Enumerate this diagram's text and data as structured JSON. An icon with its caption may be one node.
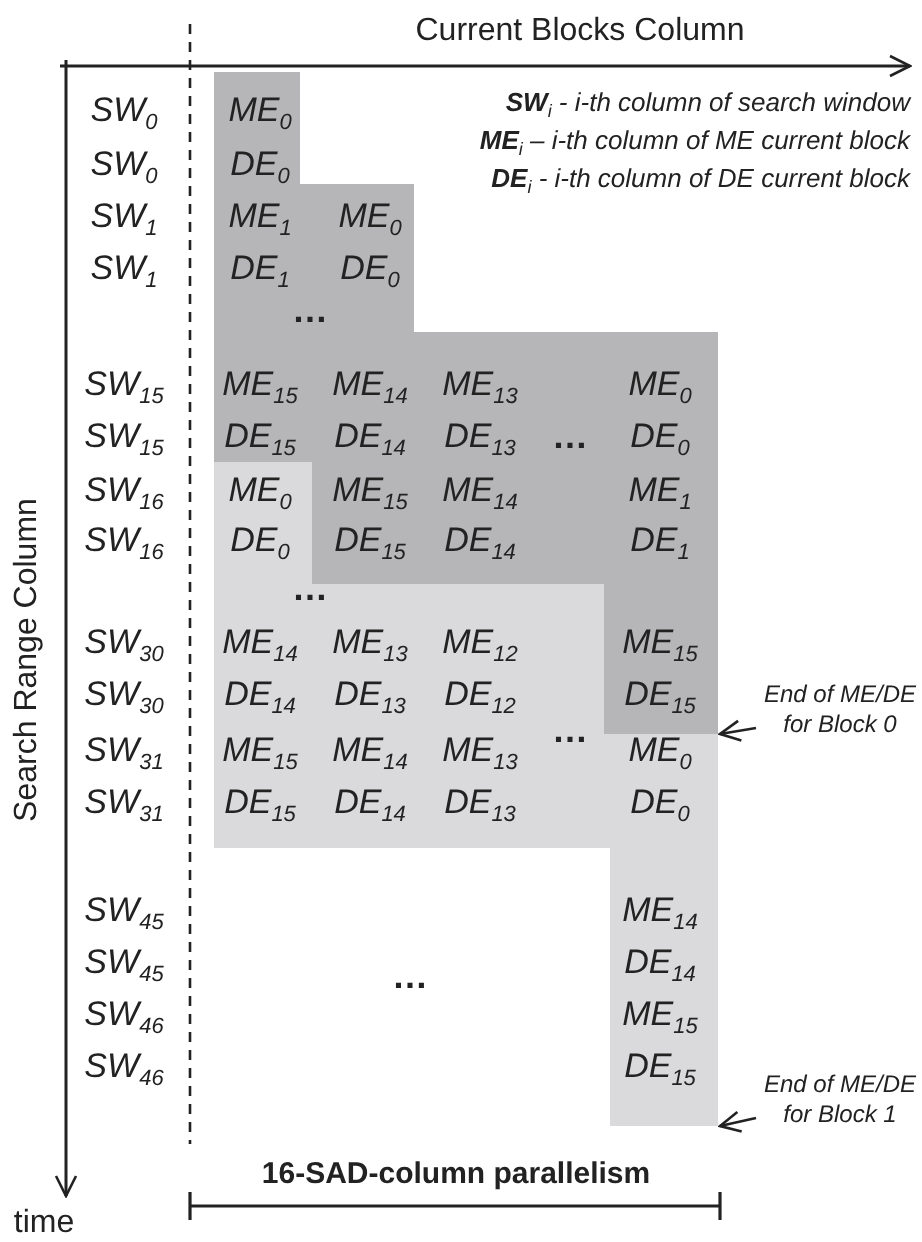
{
  "diagram": {
    "nodes": [
      {
        "text": [],
        "shape": "box"
      },
      {
        "text": [],
        "shape": "box"
      },
      {
        "text": [
          "End of ME/DE for Block 0"
        ]
      },
      {
        "text": [
          "End of ME/DE for Block 1"
        ]
      }
    ],
    "edges": [
      {
        "from": 2,
        "to": 0,
        "arrow": "to"
      },
      {
        "from": 3,
        "to": 1,
        "arrow": "to"
      }
    ],
    "labels": [
      "Current Blocks Column",
      "Search Range Column",
      "**SW**$_{i}$ - i-th column of search window",
      "**ME**$_{i}$ – i-th column of ME current block",
      "**DE**$_{i}$ - i-th column of DE current block",
      "SW$_{0}$",
      "ME$_{0}$",
      "SW$_{0}$",
      "DE$_{0}$",
      "SW$_{1}$",
      "ME$_{1}$",
      "ME$_{0}$",
      "SW$_{1}$",
      "DE$_{1}$",
      "DE$_{0}$",
      "…",
      "SW$_{15}$",
      "ME$_{15}$",
      "ME$_{14}$",
      "ME$_{13}$",
      "ME$_{0}$",
      "SW$_{15}$",
      "DE$_{15}$",
      "DE$_{14}$",
      "DE$_{13}$",
      "…",
      "DE$_{0}$",
      "SW$_{16}$",
      "ME$_{0}$",
      "ME$_{15}$",
      "ME$_{14}$",
      "ME$_{1}$",
      "SW$_{16}$",
      "DE$_{0}$",
      "DE$_{15}$",
      "DE$_{14}$",
      "DE$_{1}$",
      "…",
      "SW$_{30}$",
      "ME$_{14}$",
      "ME$_{13}$",
      "ME$_{12}$",
      "ME$_{15}$",
      "SW$_{30}$",
      "DE$_{14}$",
      "DE$_{13}$",
      "DE$_{12}$",
      "DE$_{15}$",
      "…",
      "SW$_{31}$",
      "ME$_{15}$",
      "ME$_{14}$",
      "ME$_{13}$",
      "ME$_{0}$",
      "SW$_{31}$",
      "DE$_{15}$",
      "DE$_{14}$",
      "DE$_{13}$",
      "DE$_{0}$",
      "SW$_{45}$",
      "ME$_{14}$",
      "SW$_{45}$",
      "…",
      "DE$_{14}$",
      "SW$_{46}$",
      "ME$_{15}$",
      "SW$_{46}$",
      "DE$_{15}$",
      "time",
      "16-SAD-column parallelism"
    ]
  }
}
